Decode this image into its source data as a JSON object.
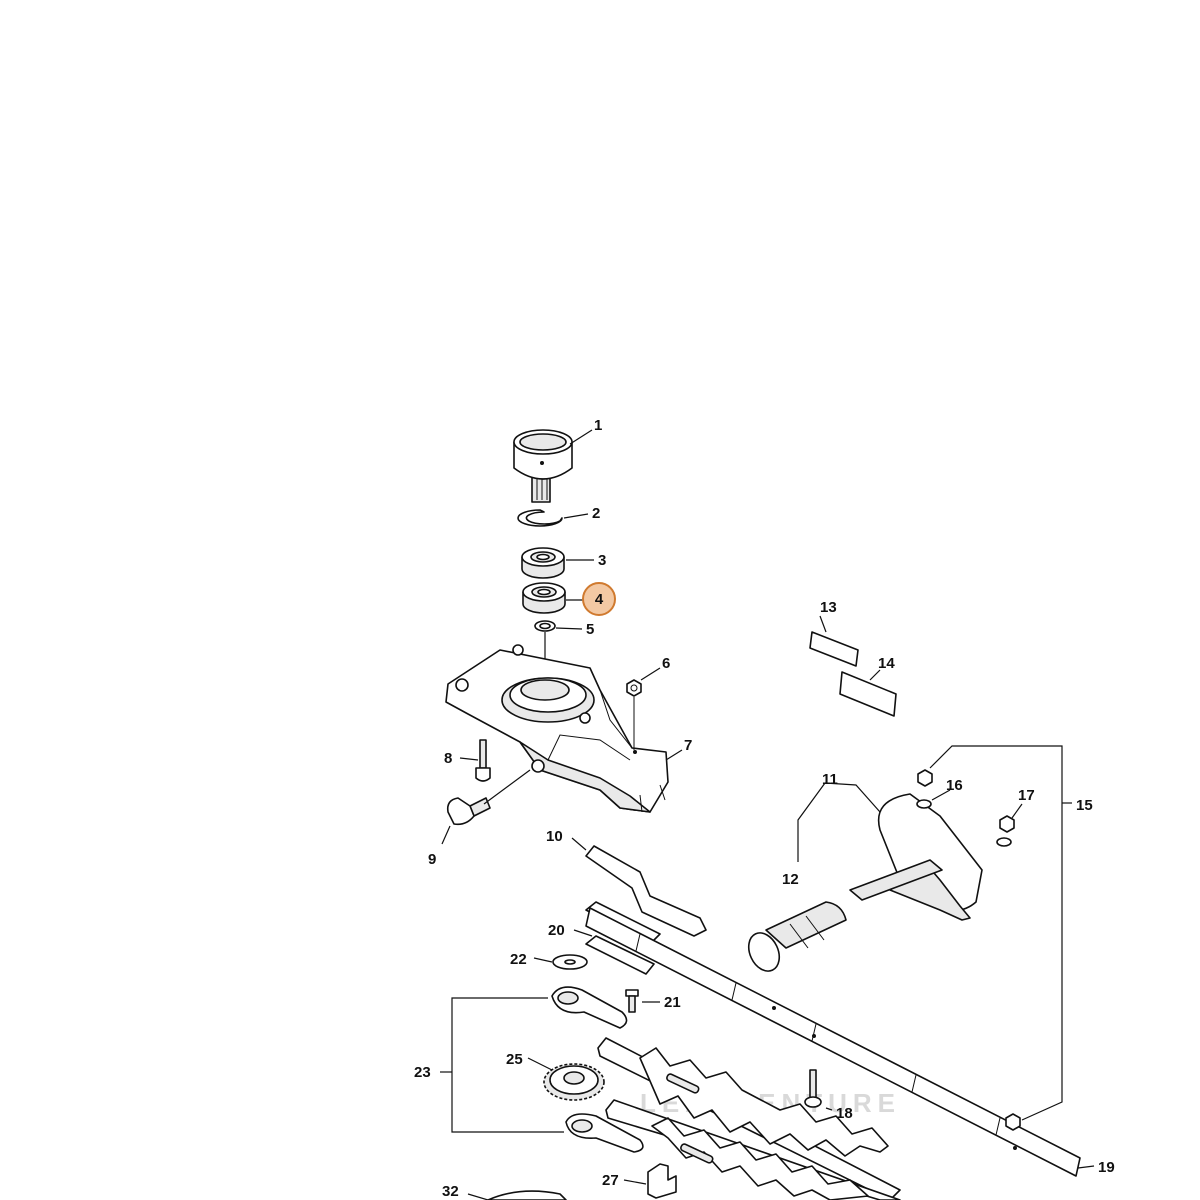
{
  "highlight": {
    "label": "4",
    "color": "#f3c9a4",
    "border_color": "#d07a2f"
  },
  "watermark": {
    "text": "LEADVENTURE",
    "color": "#d9d9d9"
  },
  "callouts": [
    {
      "label": "1"
    },
    {
      "label": "2"
    },
    {
      "label": "3"
    },
    {
      "label": "5"
    },
    {
      "label": "6"
    },
    {
      "label": "7"
    },
    {
      "label": "8"
    },
    {
      "label": "9"
    },
    {
      "label": "10"
    },
    {
      "label": "11"
    },
    {
      "label": "12"
    },
    {
      "label": "13"
    },
    {
      "label": "14"
    },
    {
      "label": "15"
    },
    {
      "label": "16"
    },
    {
      "label": "17"
    },
    {
      "label": "18"
    },
    {
      "label": "19"
    },
    {
      "label": "20"
    },
    {
      "label": "21"
    },
    {
      "label": "22"
    },
    {
      "label": "23"
    },
    {
      "label": "25"
    },
    {
      "label": "27"
    },
    {
      "label": "32"
    }
  ]
}
